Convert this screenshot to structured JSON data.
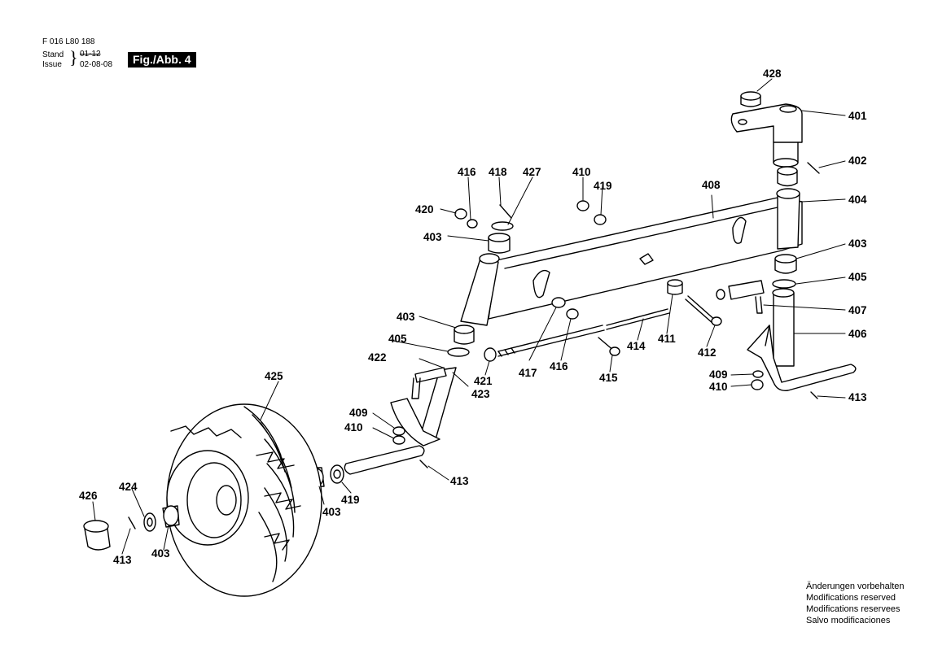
{
  "header": {
    "code": "F 016 L80 188",
    "stand_label": "Stand",
    "issue_label": "Issue",
    "old_date": "01-12",
    "issue_date": "02-08-08"
  },
  "figure_label": "Fig./Abb. 4",
  "parts": {
    "p401": "401",
    "p402": "402",
    "p403a": "403",
    "p403b": "403",
    "p403c": "403",
    "p403d": "403",
    "p403e": "403",
    "p404": "404",
    "p405a": "405",
    "p405b": "405",
    "p406": "406",
    "p407": "407",
    "p408": "408",
    "p409a": "409",
    "p409b": "409",
    "p410a": "410",
    "p410b": "410",
    "p410c": "410",
    "p411": "411",
    "p412": "412",
    "p413a": "413",
    "p413b": "413",
    "p413c": "413",
    "p414": "414",
    "p415": "415",
    "p416a": "416",
    "p416b": "416",
    "p417": "417",
    "p418": "418",
    "p419a": "419",
    "p419b": "419",
    "p420": "420",
    "p421": "421",
    "p422": "422",
    "p423": "423",
    "p424": "424",
    "p425": "425",
    "p426": "426",
    "p427": "427",
    "p428": "428"
  },
  "notes": [
    "Änderungen vorbehalten",
    "Modifications reserved",
    "Modifications reservees",
    "Salvo modificaciones"
  ]
}
